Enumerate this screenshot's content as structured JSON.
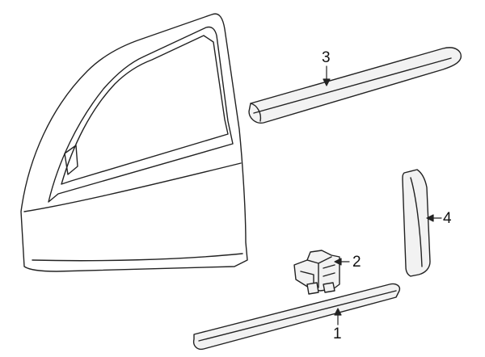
{
  "callouts": {
    "part_1": "1",
    "part_2": "2",
    "part_3": "3",
    "part_4": "4"
  },
  "colors": {
    "line": "#222222",
    "background": "#ffffff",
    "highlight": "#f2f2f2"
  },
  "icons": {
    "door": "front-door-outline",
    "molding_upper": "belt-molding-icon",
    "molding_lower": "body-side-molding-icon",
    "clip": "retaining-clip-icon",
    "applique": "pillar-applique-icon"
  }
}
